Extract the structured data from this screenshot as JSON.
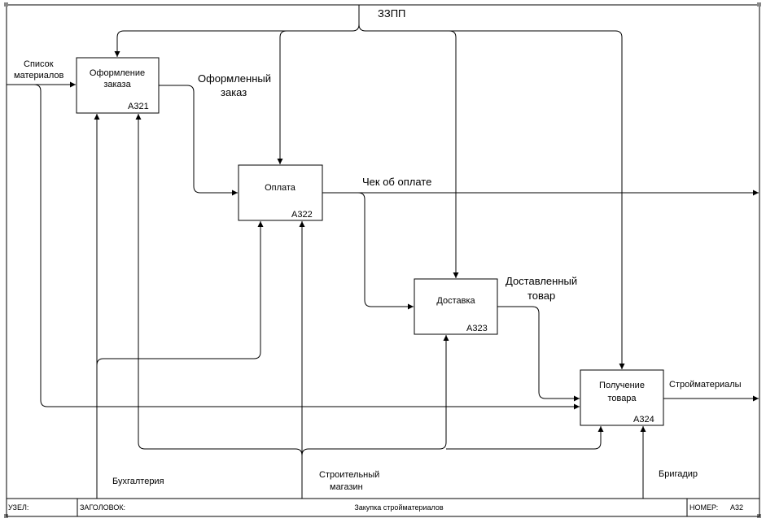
{
  "mechanism_top": "ЗЗПП",
  "boxes": [
    {
      "title_lines": [
        "Оформление",
        "заказа"
      ],
      "id": "A321"
    },
    {
      "title_lines": [
        "Оплата"
      ],
      "id": "A322"
    },
    {
      "title_lines": [
        "Доставка"
      ],
      "id": "A323"
    },
    {
      "title_lines": [
        "Получение",
        "товара"
      ],
      "id": "A324"
    }
  ],
  "arrows": {
    "input_materials": [
      "Список",
      "материалов"
    ],
    "order_done": [
      "Оформленный",
      "заказ"
    ],
    "receipt": "Чек об оплате",
    "delivered": [
      "Доставленный",
      "товар"
    ],
    "output_materials": "Стройматериалы",
    "accounting": "Бухгалтерия",
    "store": [
      "Строительный",
      "магазин"
    ],
    "foreman": "Бригадир"
  },
  "footer": {
    "node_label": "УЗЕЛ:",
    "title_label": "ЗАГОЛОВОК:",
    "title": "Закупка стройматериалов",
    "number_label": "НОМЕР:",
    "number": "A32"
  }
}
